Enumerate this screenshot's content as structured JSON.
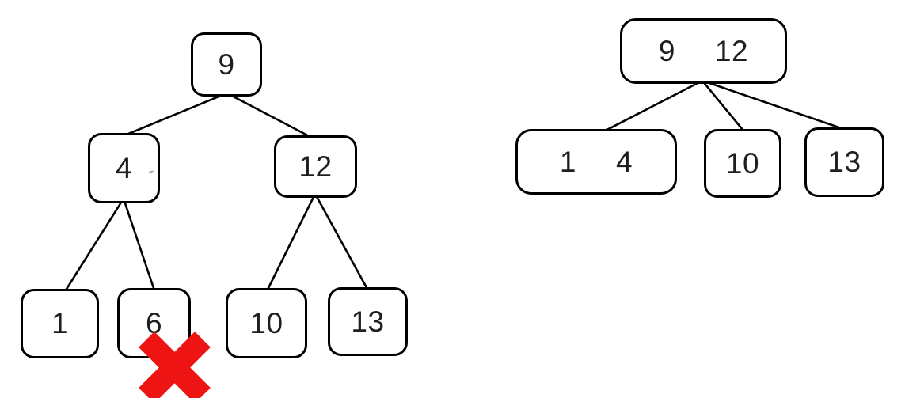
{
  "colors": {
    "background": "#ffffff",
    "node_fill": "#ffffff",
    "node_border": "#000000",
    "edge": "#000000",
    "text": "#1f1f1f",
    "delete_mark": "#ee1414"
  },
  "trees": {
    "bst": {
      "kind": "binary-tree",
      "nodes": [
        {
          "id": "root",
          "label": "9"
        },
        {
          "id": "left",
          "label": "4"
        },
        {
          "id": "right",
          "label": "12"
        },
        {
          "id": "left-left",
          "label": "1"
        },
        {
          "id": "left-right",
          "label": "6",
          "marked_deleted": true
        },
        {
          "id": "right-left",
          "label": "10"
        },
        {
          "id": "right-right",
          "label": "13"
        }
      ],
      "edges": [
        [
          "9",
          "4"
        ],
        [
          "9",
          "12"
        ],
        [
          "4",
          "1"
        ],
        [
          "4",
          "6"
        ],
        [
          "12",
          "10"
        ],
        [
          "12",
          "13"
        ]
      ],
      "delete_marker": {
        "on_node": "6",
        "shape": "x-cross"
      }
    },
    "b23": {
      "kind": "2-3-tree",
      "root": {
        "keys": [
          "9",
          "12"
        ]
      },
      "children": [
        {
          "keys": [
            "1",
            "4"
          ]
        },
        {
          "keys": [
            "10"
          ]
        },
        {
          "keys": [
            "13"
          ]
        }
      ],
      "edges": [
        [
          "9 12",
          "1 4"
        ],
        [
          "9 12",
          "10"
        ],
        [
          "9 12",
          "13"
        ]
      ]
    }
  }
}
